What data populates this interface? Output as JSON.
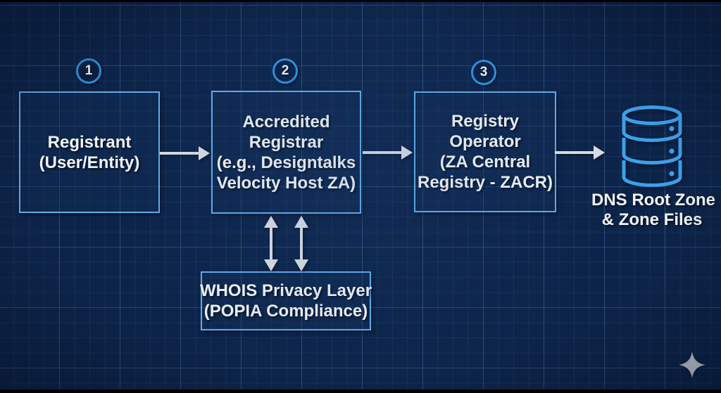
{
  "diagram": {
    "steps": [
      {
        "number": "1",
        "lines": [
          "Registrant",
          "(User/Entity)"
        ]
      },
      {
        "number": "2",
        "lines": [
          "Accredited",
          "Registrar",
          "(e.g., Designtalks",
          "Velocity Host ZA)"
        ]
      },
      {
        "number": "3",
        "lines": [
          "Registry",
          "Operator",
          "(ZA Central",
          "Registry - ZACR)"
        ]
      }
    ],
    "whois": {
      "lines": [
        "WHOIS Privacy Layer",
        "(POPIA Compliance)"
      ]
    },
    "database": {
      "label_lines": [
        "DNS Root Zone",
        "& Zone Files"
      ]
    }
  },
  "icons": {
    "database": "database-icon",
    "sparkle": "sparkle-icon",
    "arrow_right": "arrow-right-icon",
    "arrow_double_vertical": "double-arrow-vertical-icon"
  },
  "colors": {
    "background": "#0d2449",
    "box_border": "#63ade9",
    "circle_border": "#2e92dc",
    "arrow": "#d8dde3",
    "text": "#f1f4f7",
    "db_icon": "#3ba0e9",
    "sparkle": "#bac4cf",
    "letterbox": "#000000"
  }
}
